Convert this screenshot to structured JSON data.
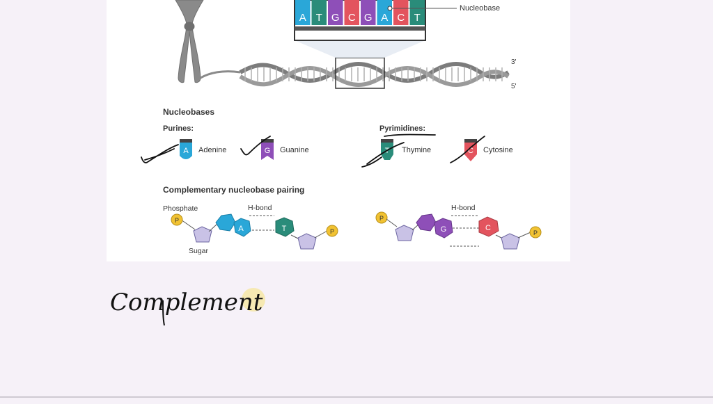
{
  "colors": {
    "page_bg": "#f6f1f8",
    "card_bg": "#ffffff",
    "adenine": "#2aa7d8",
    "guanine": "#8e4fb8",
    "thymine": "#2a8c7a",
    "cytosine": "#e3545e",
    "phosphate": "#f1c232",
    "sugar": "#c9c2e6",
    "dna_strand": "#8a8a8a",
    "ink": "#111111"
  },
  "dna_zoom": {
    "letters": [
      "A",
      "T",
      "G",
      "C",
      "G",
      "A",
      "C",
      "T"
    ],
    "letter_colors": [
      "#2aa7d8",
      "#2a8c7a",
      "#8e4fb8",
      "#e3545e",
      "#8e4fb8",
      "#2aa7d8",
      "#e3545e",
      "#2a8c7a"
    ],
    "label_nucleobase": "Nucleobase",
    "label_3prime": "3'",
    "label_5prime": "5'"
  },
  "nucleobases": {
    "heading": "Nucleobases",
    "purines_label": "Purines:",
    "pyrimidines_label": "Pyrimidines:",
    "items": [
      {
        "letter": "A",
        "name": "Adenine"
      },
      {
        "letter": "G",
        "name": "Guanine"
      },
      {
        "letter": "T",
        "name": "Thymine"
      },
      {
        "letter": "C",
        "name": "Cytosine"
      }
    ]
  },
  "pairing": {
    "heading": "Complementary nucleobase pairing",
    "phosphate_label": "Phosphate",
    "sugar_label": "Sugar",
    "hbond_label": "H-bond",
    "phosphate_symbol": "P",
    "pair_left": [
      "A",
      "T"
    ],
    "pair_right": [
      "G",
      "C"
    ]
  },
  "handwriting": {
    "word": "Complement"
  }
}
